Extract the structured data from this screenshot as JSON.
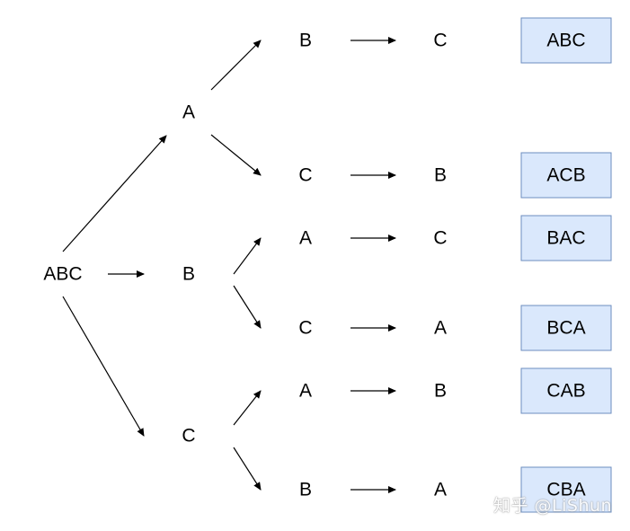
{
  "nodes": {
    "root": "ABC",
    "level1": {
      "a": "A",
      "b": "B",
      "c": "C"
    },
    "level2": {
      "ab": "B",
      "ac": "C",
      "ba": "A",
      "bc": "C",
      "ca": "A",
      "cb": "B"
    },
    "level3": {
      "abc": "C",
      "acb": "B",
      "bac": "C",
      "bca": "A",
      "cab": "B",
      "cba": "A"
    }
  },
  "results": [
    "ABC",
    "ACB",
    "BAC",
    "BCA",
    "CAB",
    "CBA"
  ],
  "watermark": "知乎 @LiShun",
  "colors": {
    "result_fill": "#dae8fc",
    "result_border": "#6c8ebf",
    "line": "#000000"
  }
}
